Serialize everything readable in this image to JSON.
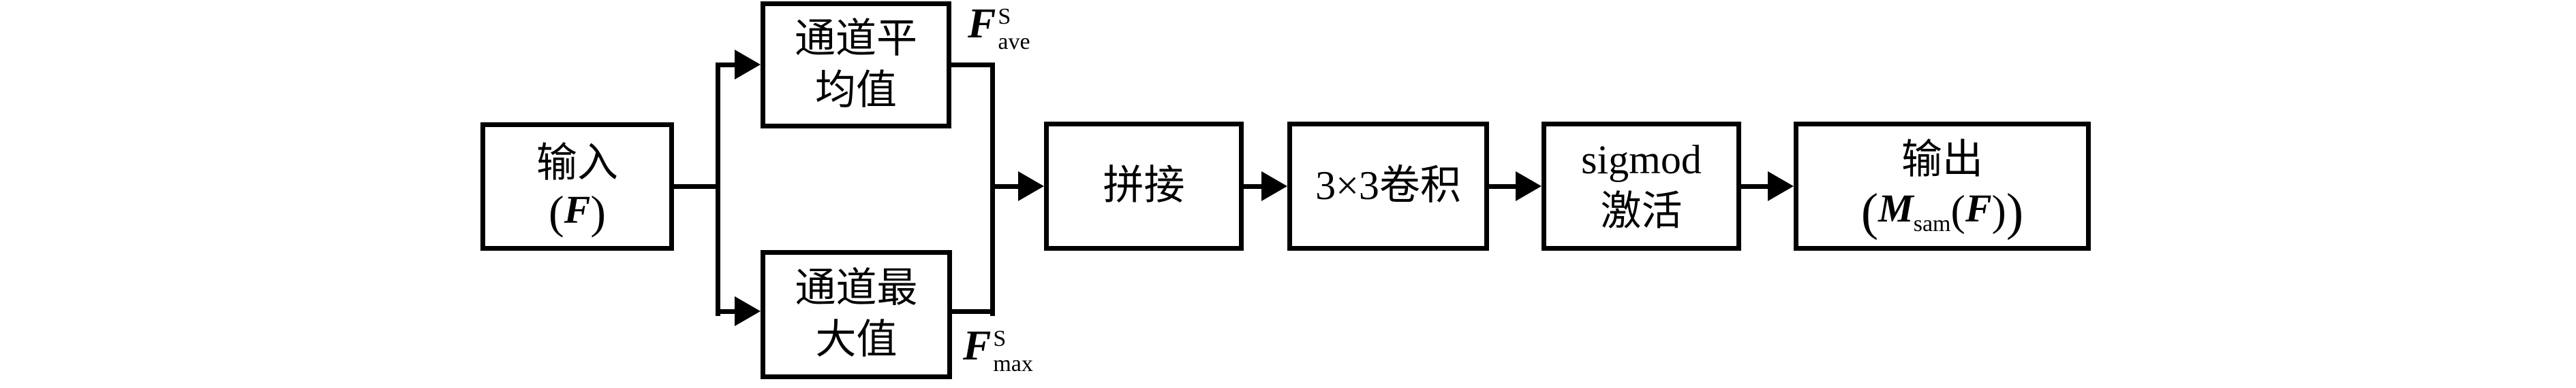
{
  "diagram": {
    "background_color": "#ffffff",
    "line_color": "#000000",
    "boxes": {
      "input": {
        "line1": "输入",
        "formula": {
          "open": "(",
          "var": "F",
          "close": ")"
        }
      },
      "channel_avg": {
        "line1": "通道平",
        "line2": "均值"
      },
      "channel_max": {
        "line1": "通道最",
        "line2": "大值"
      },
      "concat": {
        "label": "拼接"
      },
      "conv": {
        "label": "3×3卷积"
      },
      "sigmoid": {
        "line1": "sigmod",
        "line2": "激活"
      },
      "output": {
        "line1": "输出",
        "formula": {
          "open": "(",
          "m": "M",
          "sub": "sam",
          "inner_open": "(",
          "f": "F",
          "inner_close": ")",
          "close": ")"
        }
      }
    },
    "labels": {
      "f_ave": {
        "base": "F",
        "sup": "S",
        "sub": "ave"
      },
      "f_max": {
        "base": "F",
        "sup": "S",
        "sub": "max"
      }
    }
  }
}
